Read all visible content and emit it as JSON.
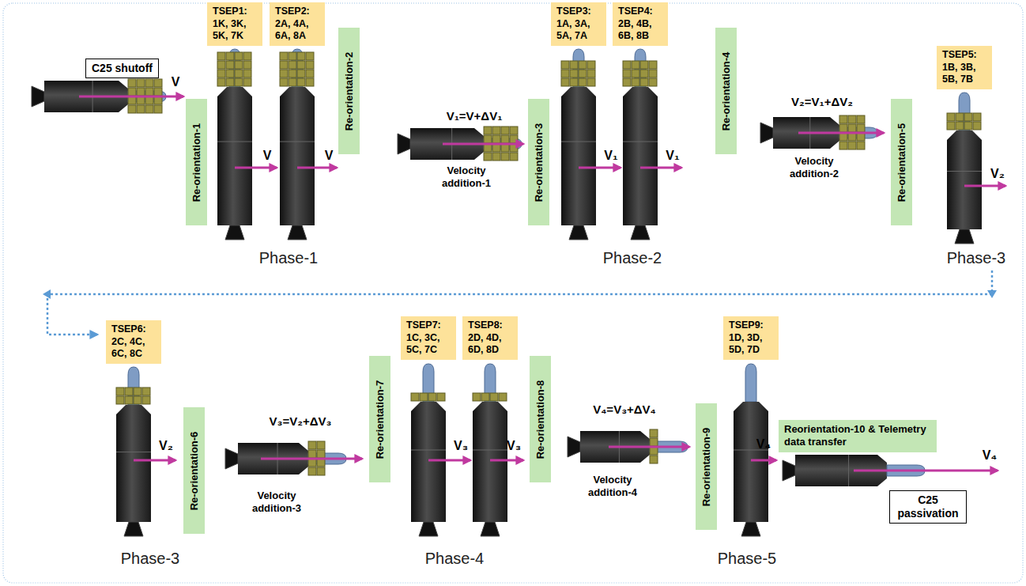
{
  "diagram": {
    "nodes": [
      {
        "text": [
          "C25 shutoff"
        ]
      },
      {
        "text": [
          "Re-orientation-1"
        ]
      },
      {
        "text": [
          "TSEP1: 1K, 3K, 5K, 7K"
        ]
      },
      {
        "text": [
          "TSEP2: 2A, 4A, 6A, 8A"
        ]
      },
      {
        "text": [
          "Re-orientation-2"
        ]
      },
      {
        "text": [
          "Re-orientation-3"
        ]
      },
      {
        "text": [
          "TSEP3: 1A, 3A, 5A, 7A"
        ]
      },
      {
        "text": [
          "TSEP4: 2B, 4B, 6B, 8B"
        ]
      },
      {
        "text": [
          "Re-orientation-4"
        ]
      },
      {
        "text": [
          "Re-orientation-5"
        ]
      },
      {
        "text": [
          "TSEP5: 1B, 3B, 5B, 7B"
        ]
      },
      {
        "text": [
          "TSEP6: 2C, 4C, 6C, 8C"
        ]
      },
      {
        "text": [
          "Re-orientation-6"
        ]
      },
      {
        "text": [
          "Re-orientation-7"
        ]
      },
      {
        "text": [
          "TSEP7: 1C, 3C, 5C, 7C"
        ]
      },
      {
        "text": [
          "TSEP8: 2D, 4D, 6D, 8D"
        ]
      },
      {
        "text": [
          "Re-orientation-8"
        ]
      },
      {
        "text": [
          "Re-orientation-9"
        ]
      },
      {
        "text": [
          "TSEP9: 1D, 3D, 5D, 7D"
        ]
      },
      {
        "text": [
          "Reorientation-10 & Telemetry data transfer"
        ]
      },
      {
        "text": [
          "C25 passivation"
        ]
      }
    ],
    "labels": [
      "V",
      "V",
      "V",
      "V₁=V+ΔV₁",
      "Velocity addition-1",
      "V₁",
      "V₁",
      "V₂=V₁+ΔV₂",
      "Velocity addition-2",
      "V₂",
      "Phase-1",
      "Phase-2",
      "Phase-3",
      "V₂",
      "V₃=V₂+ΔV₃",
      "Velocity addition-3",
      "V₃",
      "V₃",
      "V₄=V₃+ΔV₄",
      "Velocity addition-4",
      "V₄",
      "V₄",
      "Phase-3",
      "Phase-4",
      "Phase-5"
    ]
  }
}
